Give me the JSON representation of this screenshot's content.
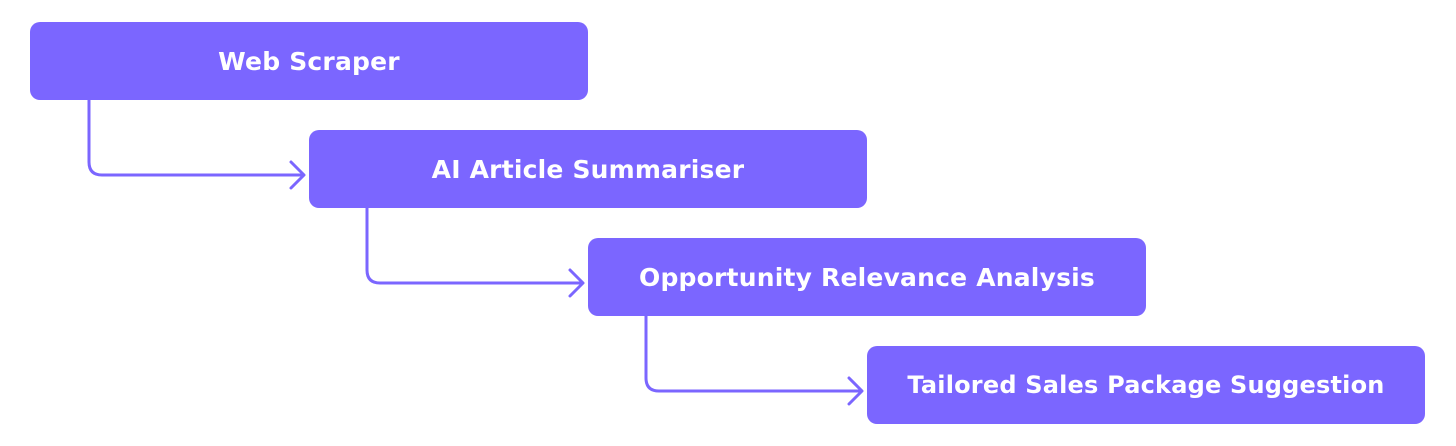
{
  "colors": {
    "box_fill": "#7B66FF",
    "text": "#FFFFFF",
    "connector": "#7B66FF",
    "background": "#FFFFFF"
  },
  "steps": [
    {
      "label": "Web Scraper"
    },
    {
      "label": "AI Article Summariser"
    },
    {
      "label": "Opportunity Relevance Analysis"
    },
    {
      "label": "Tailored Sales Package Suggestion"
    }
  ],
  "connector_icon": "arrow-right-icon"
}
